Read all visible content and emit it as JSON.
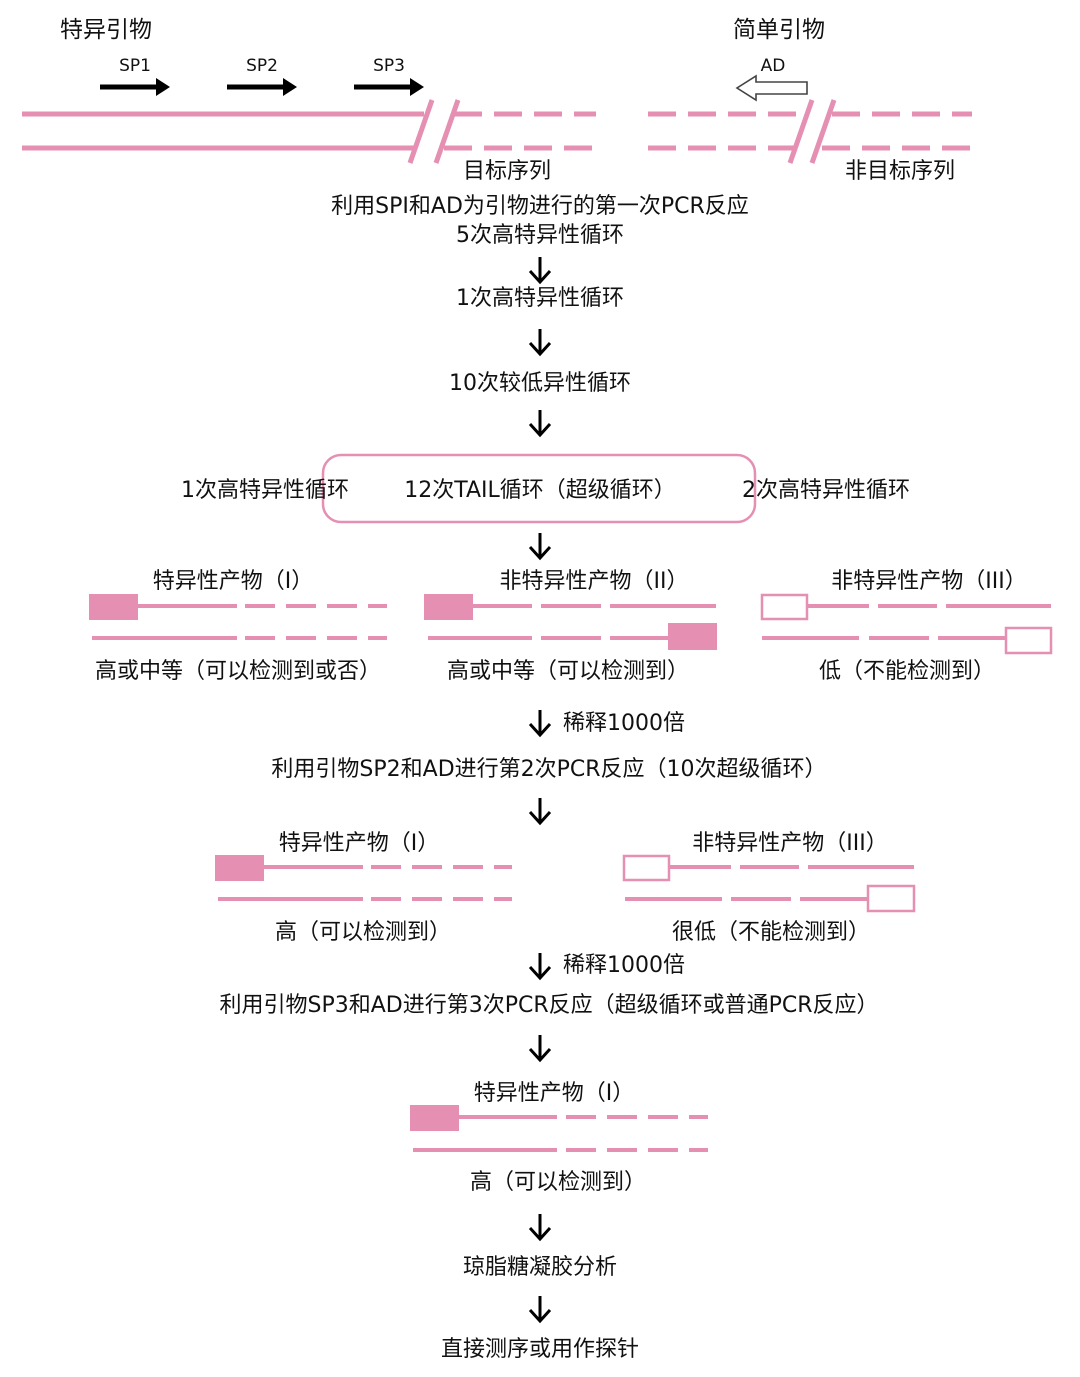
{
  "colors": {
    "pink": "#e58fb3",
    "pink_fill": "#e58fb3",
    "ink": "#000000"
  },
  "primers": {
    "specific_title": "特异引物",
    "simple_title": "简单引物",
    "sp1": "SP1",
    "sp2": "SP2",
    "sp3": "SP3",
    "ad": "AD",
    "target_label": "目标序列",
    "nontarget_label": "非目标序列"
  },
  "round1": {
    "line1": "利用SPI和AD为引物进行的第一次PCR反应",
    "line2": "5次高特异性循环",
    "step2": "1次高特异性循环",
    "step3": "10次较低异性循环"
  },
  "tail": {
    "left": "1次高特异性循环",
    "center": "12次TAIL循环（超级循环）",
    "right": "2次高特异性循环"
  },
  "products_round1": {
    "p1_title": "特异性产物（I）",
    "p1_caption": "高或中等（可以检测到或否）",
    "p2_title": "非特异性产物（II）",
    "p2_caption": "高或中等（可以检测到）",
    "p3_title": "非特异性产物（III）",
    "p3_caption": "低（不能检测到）"
  },
  "dilute1": "稀释1000倍",
  "round2": {
    "title": "利用引物SP2和AD进行第2次PCR反应（10次超级循环）",
    "p1_title": "特异性产物（I）",
    "p1_caption": "高（可以检测到）",
    "p3_title": "非特异性产物（III）",
    "p3_caption": "很低（不能检测到）"
  },
  "dilute2": "稀释1000倍",
  "round3": {
    "title": "利用引物SP3和AD进行第3次PCR反应（超级循环或普通PCR反应）",
    "p1_title": "特异性产物（I）",
    "p1_caption": "高（可以检测到）"
  },
  "final": {
    "step1": "琼脂糖凝胶分析",
    "step2": "直接测序或用作探针"
  }
}
